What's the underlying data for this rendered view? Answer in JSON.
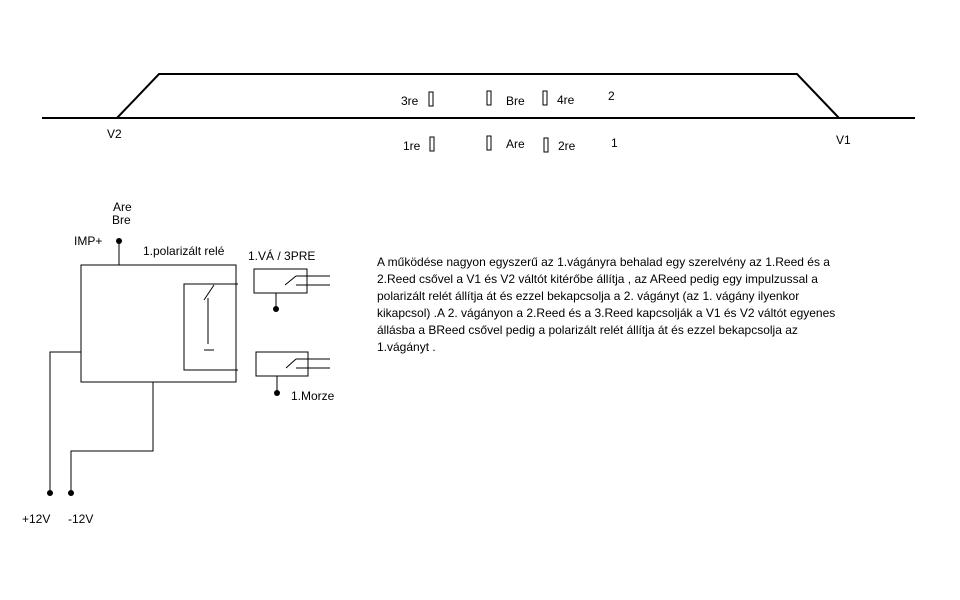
{
  "track": {
    "loop_label": "2",
    "main_label": "1",
    "switch_left": "V2",
    "switch_right": "V1",
    "reeds_top": [
      "3re",
      "Bre",
      "4re"
    ],
    "reeds_bottom": [
      "1re",
      "Are",
      "2re"
    ]
  },
  "circuit": {
    "inputs_line1": "Are",
    "inputs_line2": "Bre",
    "imp_label": "IMP+",
    "relay_label": "1.polarizált relé",
    "contact_top_label": "1.VÁ / 3PRE",
    "contact_bottom_label": "1.Morze",
    "supply_plus": "+12V",
    "supply_minus": "-12V"
  },
  "description_lines": [
    "A működése nagyon egyszerű az 1.vágányra behalad egy szerelvény az 1.Reed és a",
    "2.Reed csővel a V1 és V2 váltót kitérőbe állítja , az AReed pedig egy impulzussal a",
    "polarizált relét állítja át és ezzel bekapcsolja a 2. vágányt (az 1. vágány ilyenkor",
    "kikapcsol) .A 2. vágányon a 2.Reed és a 3.Reed kapcsolják a V1 és V2 váltót egyenes",
    "állásba a BReed csővel pedig a polarizált relét állítja át és ezzel bekapcsolja az",
    "1.vágányt ."
  ]
}
